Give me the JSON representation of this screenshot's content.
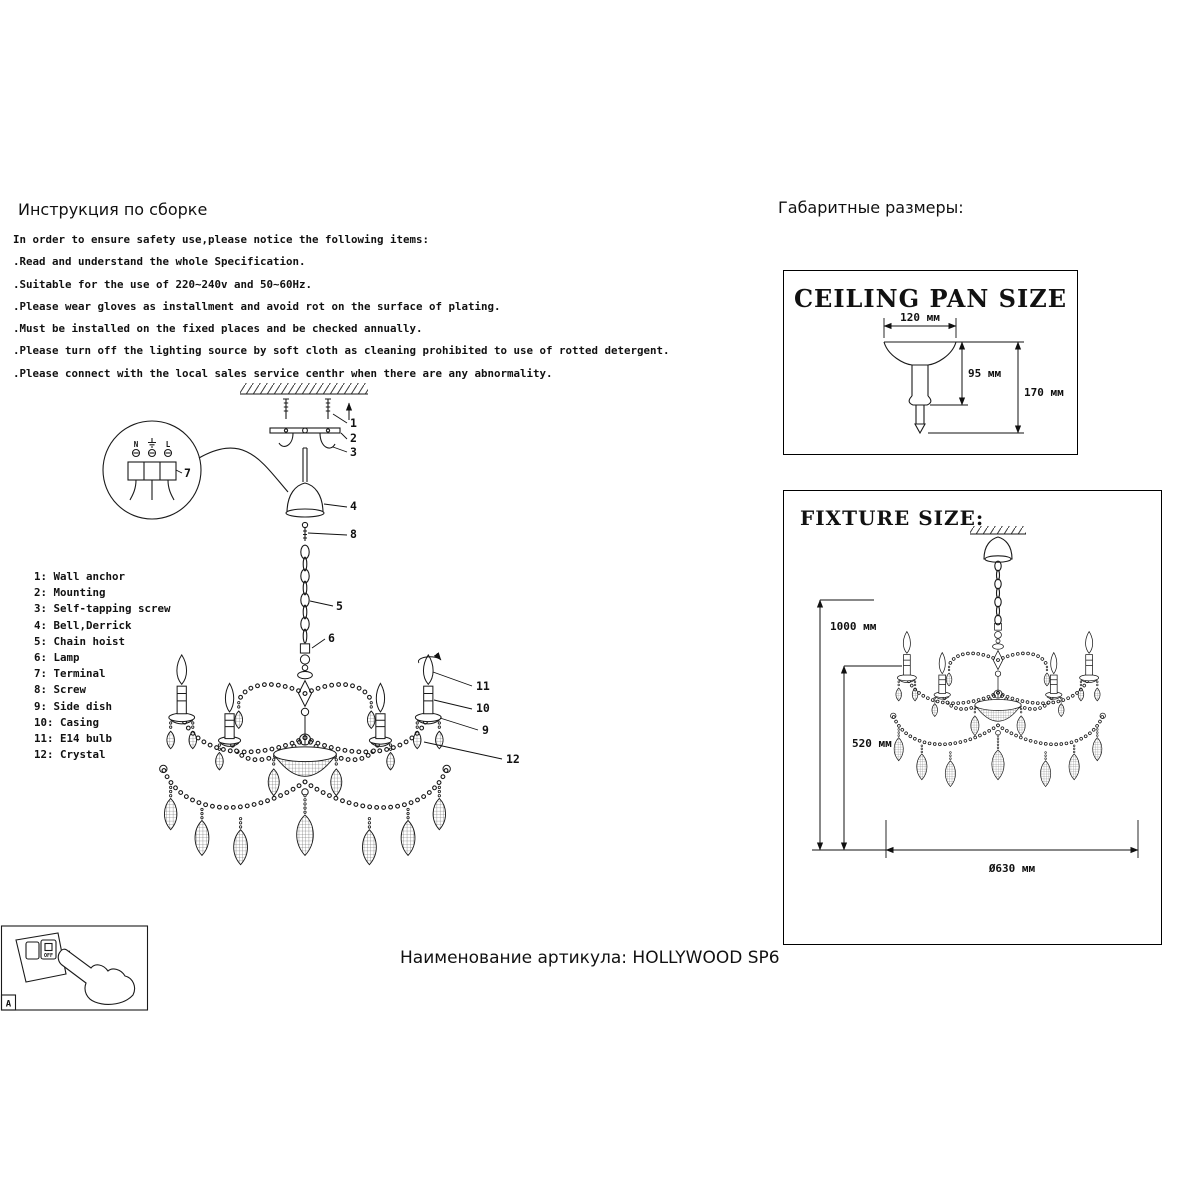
{
  "header": {
    "instructions_title": "Инструкция по сборке",
    "dimensions_title": "Габаритные размеры:"
  },
  "instructions": {
    "intro": "In order to ensure safety use,please notice the following items:",
    "items": [
      ".Read and understand the whole Specification.",
      ".Suitable for the use of 220~240v and 50~60Hz.",
      ".Please wear gloves as installment and avoid rot on the surface of plating.",
      ".Must be installed on the fixed places and be checked annually.",
      ".Please turn off the lighting source by soft cloth as cleaning prohibited to use of rotted detergent.",
      ".Please connect with the local sales service centhr when there are any abnormality."
    ]
  },
  "parts_list": {
    "items": [
      "1: Wall anchor",
      "2: Mounting",
      "3: Self-tapping screw",
      "4: Bell,Derrick",
      "5: Chain hoist",
      "6: Lamp",
      "7: Terminal",
      "8: Screw",
      "9: Side dish",
      "10: Casing",
      "11: E14 bulb",
      "12: Crystal"
    ]
  },
  "callouts": [
    "1",
    "2",
    "3",
    "4",
    "5",
    "6",
    "7",
    "8",
    "9",
    "10",
    "11",
    "12"
  ],
  "terminal": {
    "n": "N",
    "l": "L"
  },
  "ceiling_pan": {
    "title": "CEILING PAN SIZE",
    "dim_width": "120 мм",
    "dim_pan": "95 мм",
    "dim_total": "170 мм"
  },
  "fixture": {
    "title": "FIXTURE SIZE:",
    "dim_height_total": "1000 мм",
    "dim_body": "520 мм",
    "dim_diameter": "Ø630 мм"
  },
  "switch_figure": {
    "corner_label": "A",
    "switch_text": "OFF"
  },
  "footer": {
    "article_label": "Наименование артикула: HOLLYWOOD SP6"
  }
}
